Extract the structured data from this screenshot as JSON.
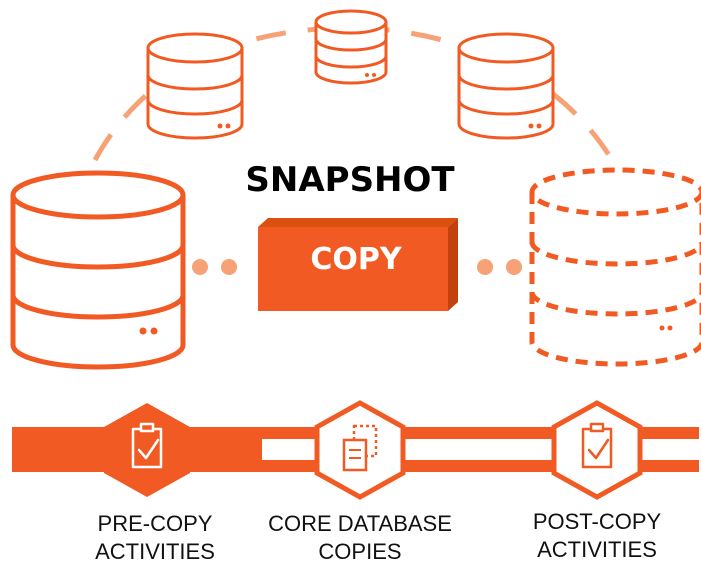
{
  "diagram": {
    "title": "SNAPSHOT",
    "copy_button_label": "COPY",
    "stages": [
      {
        "line1": "PRE-COPY",
        "line2": "ACTIVITIES",
        "icon": "clipboard-check-icon"
      },
      {
        "line1": "CORE DATABASE",
        "line2": "COPIES",
        "icon": "copy-documents-icon"
      },
      {
        "line1": "POST-COPY",
        "line2": "ACTIVITIES",
        "icon": "clipboard-check-icon"
      }
    ]
  },
  "colors": {
    "accent": "#f15a22",
    "accent_dark": "#c2410c",
    "dashed_arc": "#f7a177",
    "text": "#000000"
  }
}
